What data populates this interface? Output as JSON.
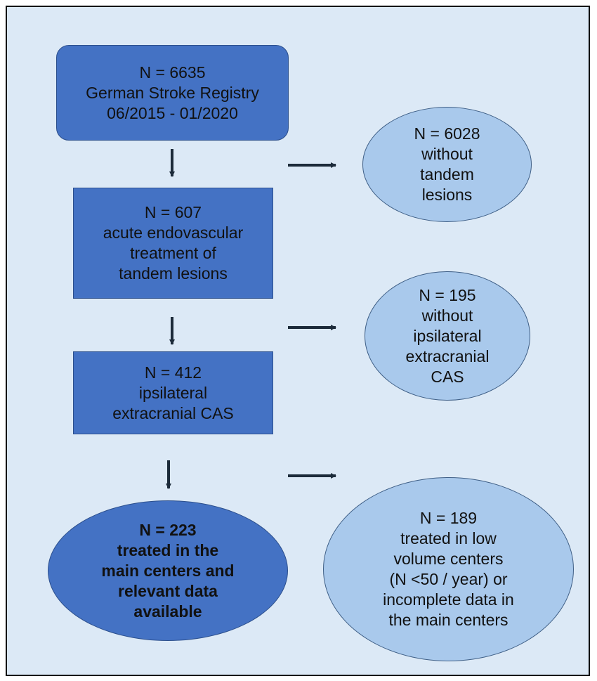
{
  "flowchart": {
    "nodes": [
      {
        "id": "registry",
        "lines": [
          "N = 6635",
          "German Stroke Registry",
          "06/2015 - 01/2020"
        ]
      },
      {
        "id": "excluded-no-tandem",
        "lines": [
          "N = 6028",
          "without",
          "tandem",
          "lesions"
        ]
      },
      {
        "id": "acute-treatment",
        "lines": [
          "N = 607",
          "acute endovascular",
          "treatment of",
          "tandem lesions"
        ]
      },
      {
        "id": "excluded-no-cas",
        "lines": [
          "N = 195",
          "without",
          "ipsilateral",
          "extracranial",
          "CAS"
        ]
      },
      {
        "id": "ipsilateral-cas",
        "lines": [
          "N = 412",
          "ipsilateral",
          "extracranial CAS"
        ]
      },
      {
        "id": "final-cohort",
        "lines": [
          "N = 223",
          "treated in the",
          "main centers and",
          "relevant data",
          "available"
        ]
      },
      {
        "id": "excluded-low-volume",
        "lines": [
          "N = 189",
          "treated in low",
          "volume centers",
          "(N <50 / year) or",
          "incomplete data in",
          "the main centers"
        ]
      }
    ],
    "colors": {
      "background": "#dce9f6",
      "main_box": "#4472c4",
      "exclusion_box": "#a9c9ec",
      "arrow": "#1c2b3a",
      "border": "#111111"
    }
  }
}
